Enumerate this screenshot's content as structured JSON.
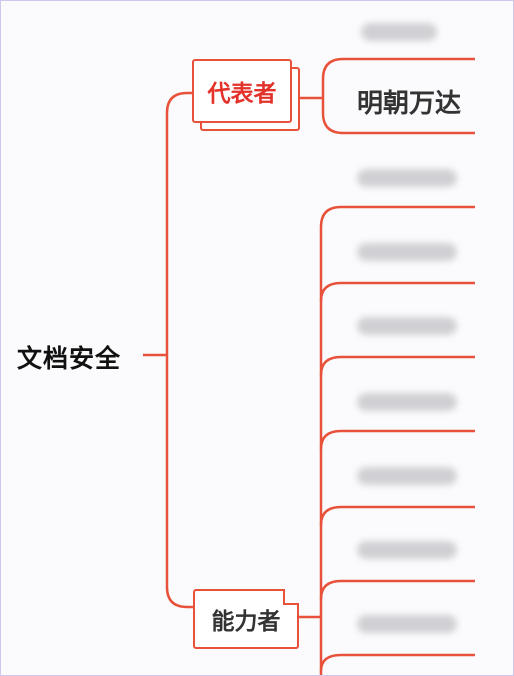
{
  "root": {
    "label": "文档安全"
  },
  "branches": [
    {
      "label": "代表者",
      "children": [
        {
          "label": "明朝万达"
        }
      ]
    },
    {
      "label": "能力者"
    }
  ],
  "colors": {
    "line": "#e8523a",
    "accent_text": "#e2322a",
    "dark_text": "#333333",
    "root_text": "#111111"
  }
}
